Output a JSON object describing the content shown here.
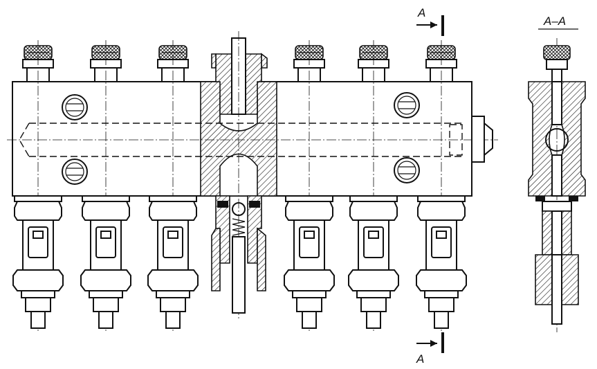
{
  "section_marks": {
    "top": "A",
    "bottom": "A",
    "view_title": "A–A"
  },
  "colors": {
    "ink": "#111111",
    "paper": "#ffffff"
  }
}
